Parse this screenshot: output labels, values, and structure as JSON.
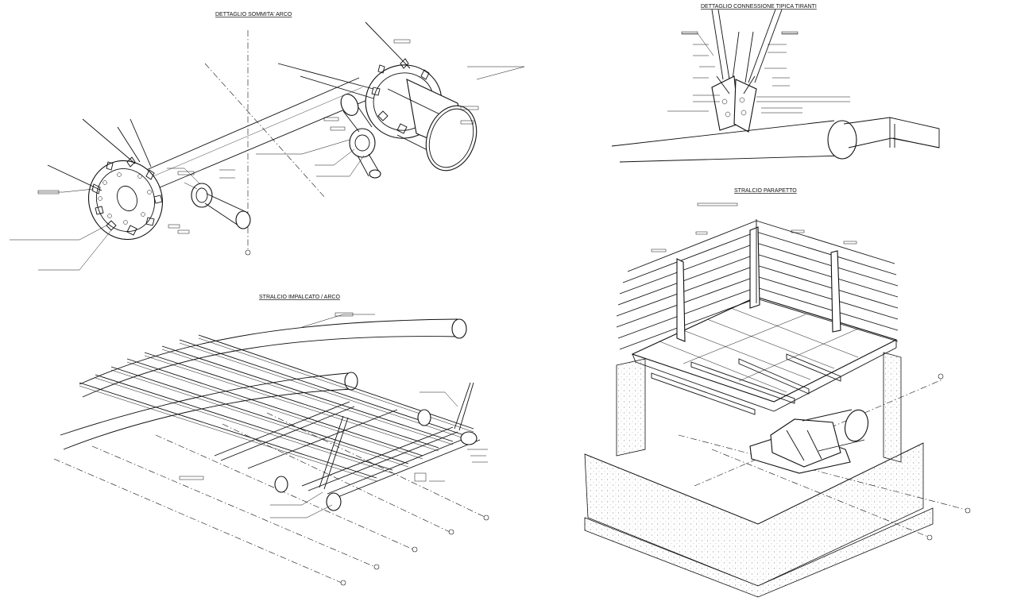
{
  "drawing": {
    "titles": {
      "top_left": "DETTAGLIO SOMMITA' ARCO",
      "top_right": "DETTAGLIO CONNESSIONE TIPICA TIRANTI",
      "bottom_left": "STRALCIO IMPALCATO / ARCO",
      "bottom_right": "STRALCIO PARAPETTO"
    }
  }
}
